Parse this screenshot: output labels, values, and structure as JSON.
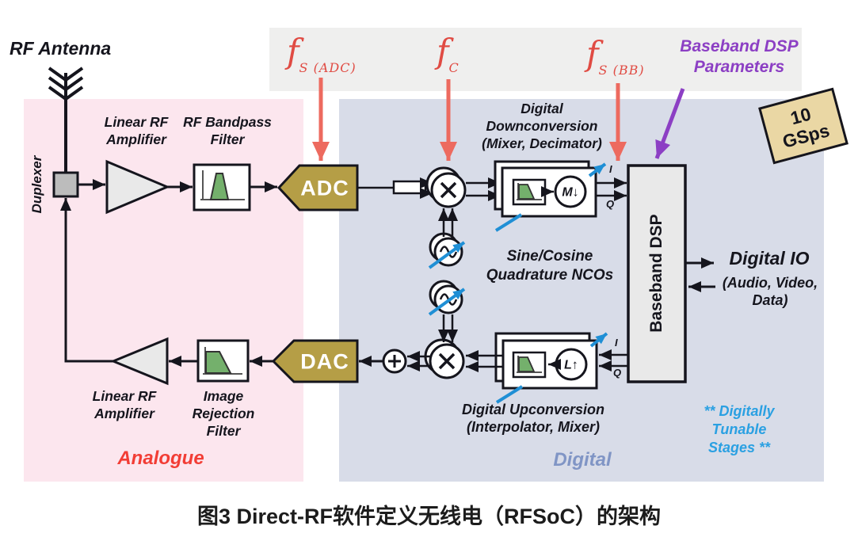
{
  "caption": "图3 Direct-RF软件定义无线电（RFSoC）的架构",
  "colors": {
    "analogue_bg": "#fce6ee",
    "digital_bg": "#d8dce8",
    "band_bg": "#efefee",
    "converter_gold": "#b59e46",
    "badge_tan": "#ead7a4",
    "red_accent": "#e04b43",
    "purple_accent": "#8c3fc4",
    "blue_accent": "#1f8fd5",
    "light_blue_text": "#2aa0e2",
    "digital_label_color": "#8095c5",
    "analogue_label_color": "#f23d35",
    "filter_green": "#74b06c"
  },
  "antenna": {
    "label": "RF Antenna"
  },
  "analogue": {
    "region_label": "Analogue",
    "duplexer_label": "Duplexer",
    "amp_top_l1": "Linear RF",
    "amp_top_l2": "Amplifier",
    "bpf_l1": "RF Bandpass",
    "bpf_l2": "Filter",
    "amp_bottom_l1": "Linear RF",
    "amp_bottom_l2": "Amplifier",
    "irf_l1": "Image",
    "irf_l2": "Rejection",
    "irf_l3": "Filter"
  },
  "converters": {
    "adc_label": "ADC",
    "dac_label": "DAC"
  },
  "digital": {
    "region_label": "Digital",
    "ddc_l1": "Digital",
    "ddc_l2": "Downconversion",
    "ddc_l3": "(Mixer, Decimator)",
    "nco_l1": "Sine/Cosine",
    "nco_l2": "Quadrature NCOs",
    "duc_l1": "Digital Upconversion",
    "duc_l2": "(Interpolator, Mixer)",
    "decimator_glyph": "M↓",
    "interpolator_glyph": "L↑",
    "i_label": "I",
    "q_label": "Q",
    "dsp_label": "Baseband DSP",
    "tunable_l1": "** Digitally",
    "tunable_l2": "Tunable",
    "tunable_l3": "Stages **"
  },
  "io": {
    "title": "Digital IO",
    "sub_l1": "(Audio, Video,",
    "sub_l2": "Data)"
  },
  "annotations": {
    "fs_adc_base": "f",
    "fs_adc_sub": "S (ADC)",
    "fc_base": "f",
    "fc_sub": "C",
    "fs_bb_base": "f",
    "fs_bb_sub": "S (BB)",
    "params_l1": "Baseband DSP",
    "params_l2": "Parameters",
    "badge_l1": "10",
    "badge_l2": "GSps"
  }
}
